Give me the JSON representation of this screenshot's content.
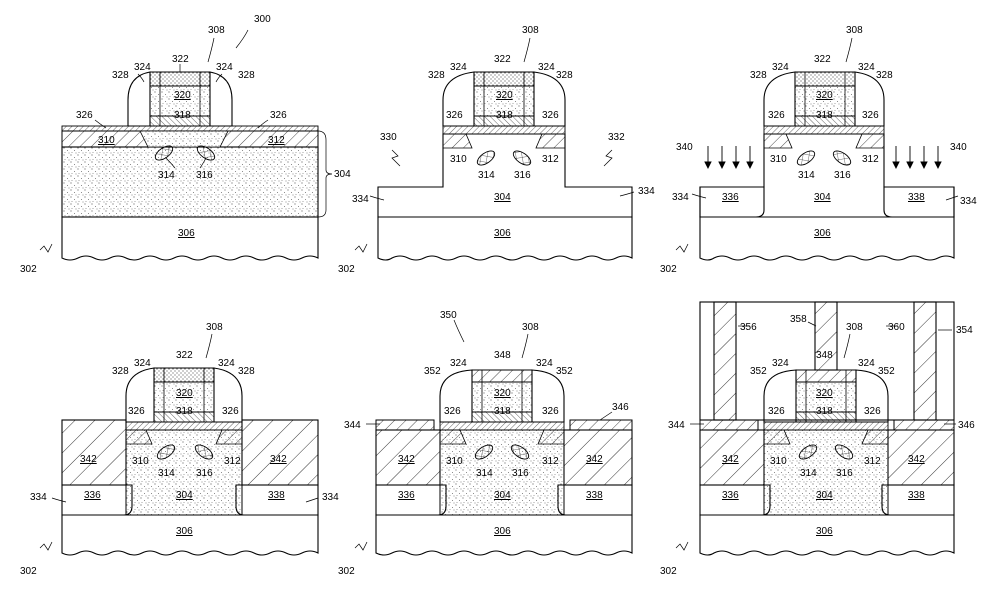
{
  "panels": [
    {
      "ref_300": "300",
      "labels": {
        "l308": "308",
        "l322": "322",
        "l328a": "328",
        "l324a": "324",
        "l324b": "324",
        "l328b": "328",
        "l320": "320",
        "l326a": "326",
        "l326b": "326",
        "l318": "318",
        "l310": "310",
        "l312": "312",
        "l314": "314",
        "l316": "316",
        "l304": "304",
        "l306": "306",
        "l302": "302"
      }
    },
    {
      "labels": {
        "l308": "308",
        "l322": "322",
        "l328a": "328",
        "l324a": "324",
        "l324b": "324",
        "l328b": "328",
        "l320": "320",
        "l326a": "326",
        "l326b": "326",
        "l318": "318",
        "l330": "330",
        "l332": "332",
        "l310": "310",
        "l312": "312",
        "l314": "314",
        "l316": "316",
        "l334a": "334",
        "l334b": "334",
        "l304": "304",
        "l306": "306",
        "l302": "302"
      }
    },
    {
      "labels": {
        "l308": "308",
        "l322": "322",
        "l328a": "328",
        "l324a": "324",
        "l324b": "324",
        "l328b": "328",
        "l320": "320",
        "l326a": "326",
        "l326b": "326",
        "l318": "318",
        "l340a": "340",
        "l340b": "340",
        "l310": "310",
        "l312": "312",
        "l314": "314",
        "l316": "316",
        "l334a": "334",
        "l334b": "334",
        "l336": "336",
        "l338": "338",
        "l304": "304",
        "l306": "306",
        "l302": "302"
      }
    },
    {
      "labels": {
        "l308": "308",
        "l322": "322",
        "l328a": "328",
        "l324a": "324",
        "l324b": "324",
        "l328b": "328",
        "l320": "320",
        "l326a": "326",
        "l326b": "326",
        "l318": "318",
        "l342a": "342",
        "l342b": "342",
        "l310": "310",
        "l312": "312",
        "l314": "314",
        "l316": "316",
        "l334a": "334",
        "l334b": "334",
        "l336": "336",
        "l338": "338",
        "l304": "304",
        "l306": "306",
        "l302": "302"
      }
    },
    {
      "labels": {
        "l350": "350",
        "l308": "308",
        "l348": "348",
        "l352a": "352",
        "l324a": "324",
        "l324b": "324",
        "l352b": "352",
        "l320": "320",
        "l326a": "326",
        "l326b": "326",
        "l318": "318",
        "l344": "344",
        "l346": "346",
        "l342a": "342",
        "l342b": "342",
        "l310": "310",
        "l312": "312",
        "l314": "314",
        "l316": "316",
        "l336": "336",
        "l338": "338",
        "l304": "304",
        "l306": "306",
        "l302": "302"
      }
    },
    {
      "labels": {
        "l356": "356",
        "l358": "358",
        "l360": "360",
        "l354": "354",
        "l308": "308",
        "l348": "348",
        "l352a": "352",
        "l324a": "324",
        "l324b": "324",
        "l352b": "352",
        "l320": "320",
        "l326a": "326",
        "l326b": "326",
        "l318": "318",
        "l344": "344",
        "l346": "346",
        "l342a": "342",
        "l342b": "342",
        "l310": "310",
        "l312": "312",
        "l314": "314",
        "l316": "316",
        "l336": "336",
        "l338": "338",
        "l304": "304",
        "l306": "306",
        "l302": "302"
      }
    }
  ]
}
